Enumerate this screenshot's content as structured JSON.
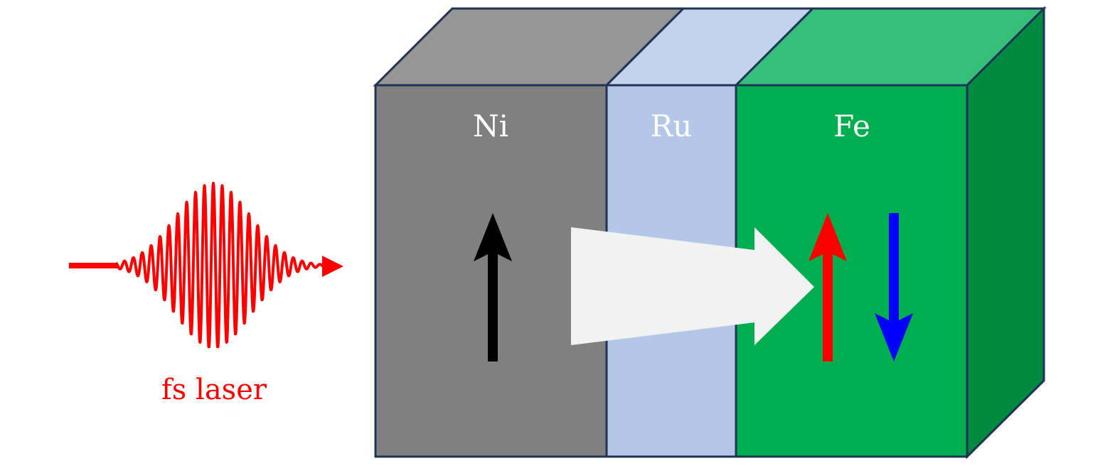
{
  "laser": {
    "label": "fs laser",
    "color": "#ff0000"
  },
  "layers": [
    {
      "name": "Ni",
      "front": "#808080",
      "top": "#969696"
    },
    {
      "name": "Ru",
      "front": "#b4c7e7",
      "top": "#c2d3ec"
    },
    {
      "name": "Fe",
      "front": "#00ad4f",
      "top": "#36bf78",
      "side": "#008a40"
    }
  ],
  "arrows": {
    "ni_magnetization": {
      "direction": "up",
      "color": "#000000"
    },
    "fe_spin_up": {
      "direction": "up",
      "color": "#ff0000"
    },
    "fe_spin_down": {
      "direction": "down",
      "color": "#0000ff"
    },
    "spin_current": {
      "direction": "right",
      "color": "#f2f2f2"
    }
  },
  "outline_color": "#1f3354"
}
